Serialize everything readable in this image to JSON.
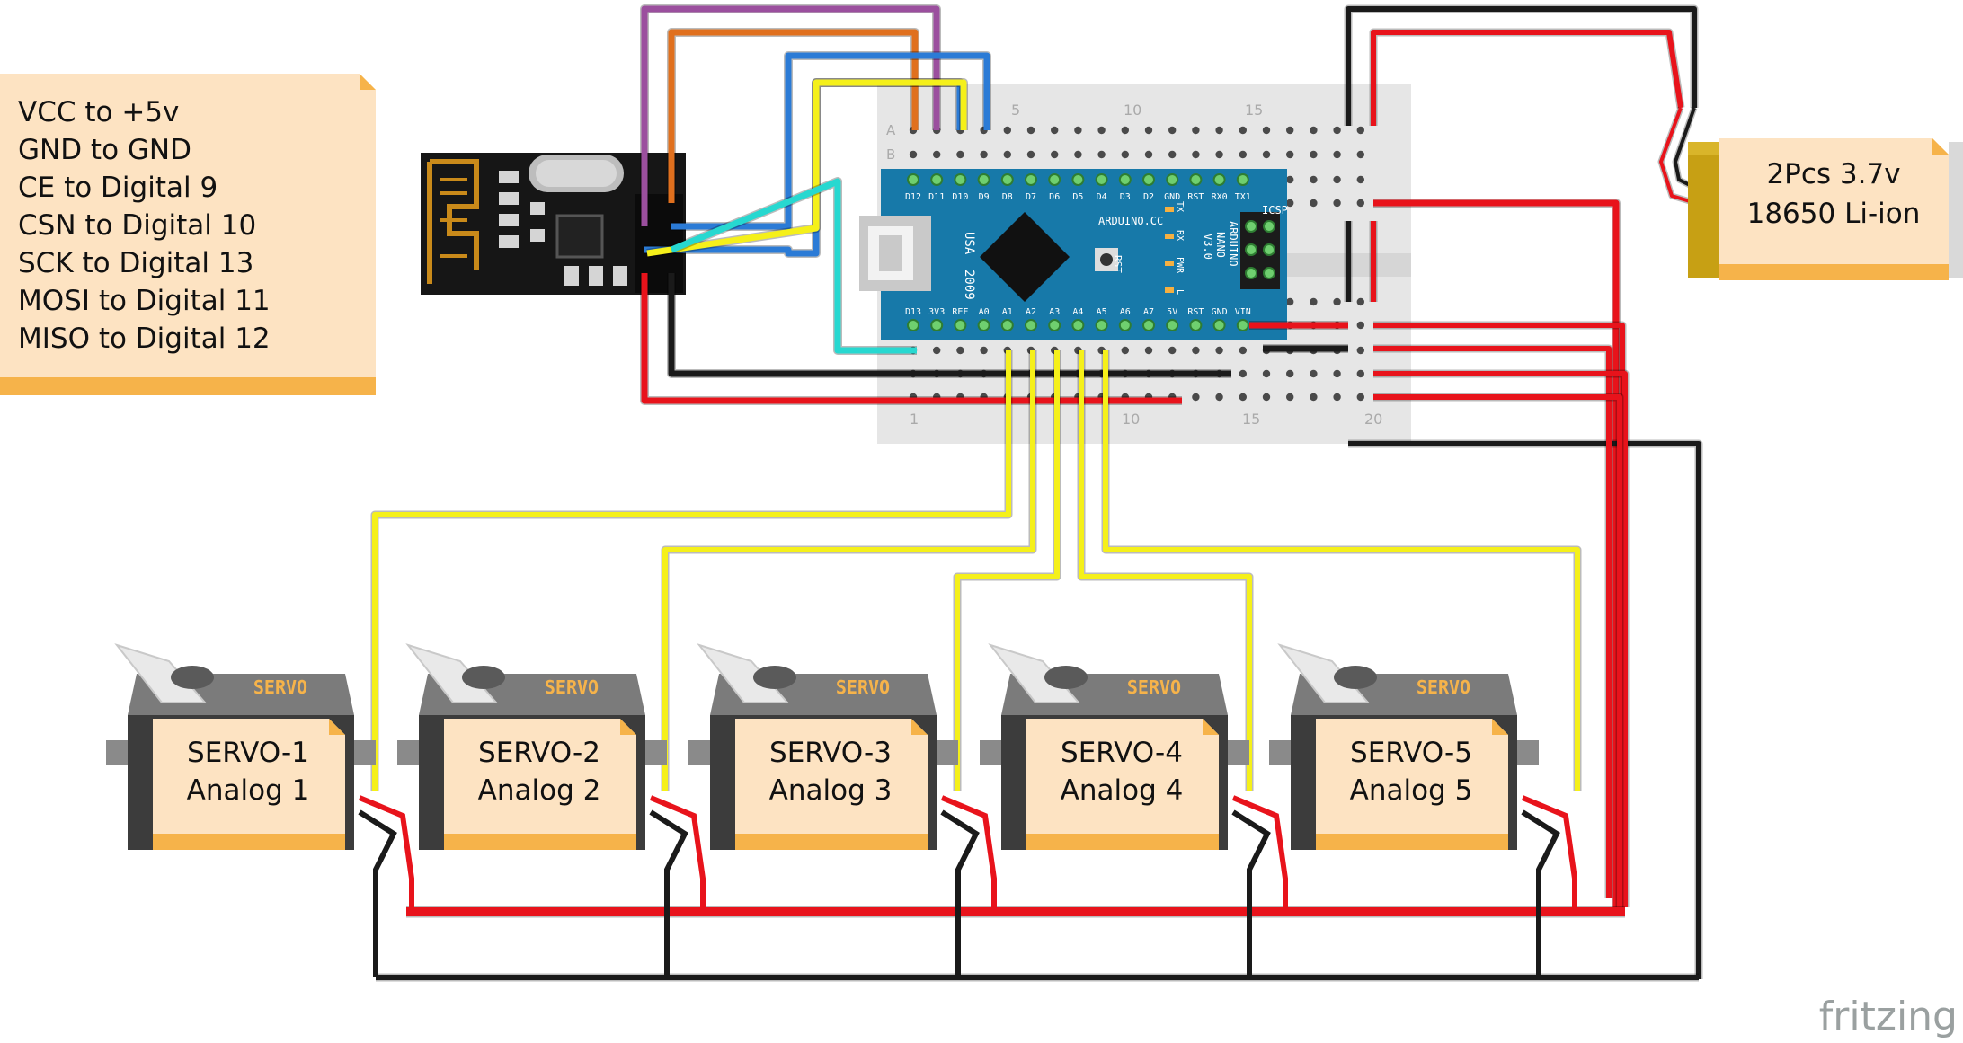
{
  "notes": {
    "wiring": [
      "VCC to +5v",
      "GND to GND",
      "CE to Digital 9",
      "CSN to Digital 10",
      "SCK to Digital 13",
      "MOSI to Digital 11",
      "MISO to Digital 12"
    ]
  },
  "battery": {
    "line1": "2Pcs   3.7v",
    "line2": "18650 Li-ion"
  },
  "breadboard": {
    "row_a": "A",
    "row_b": "B",
    "col_5": "5",
    "col_10": "10",
    "col_15": "15",
    "col_1": "1",
    "col_10b": "10",
    "col_15b": "15",
    "col_20": "20"
  },
  "nano": {
    "top_pins": [
      "D12",
      "D11",
      "D10",
      "D9",
      "D8",
      "D7",
      "D6",
      "D5",
      "D4",
      "D3",
      "D2",
      "GND",
      "RST",
      "RX0",
      "TX1"
    ],
    "bottom_pins": [
      "D13",
      "3V3",
      "REF",
      "A0",
      "A1",
      "A2",
      "A3",
      "A4",
      "A5",
      "A6",
      "A7",
      "5V",
      "RST",
      "GND",
      "VIN"
    ],
    "usa": "USA",
    "year": "2009",
    "brand": "ARDUINO.CC",
    "model1": "ARDUINO",
    "model2": "NANO",
    "model3": "V3.0",
    "icsp": "ICSP",
    "rst": "RST",
    "tx": "TX",
    "rx": "RX",
    "pwr": "PWR",
    "l": "L"
  },
  "servos": [
    {
      "badge": "SERVO",
      "line1": "SERVO-1",
      "line2": "Analog 1"
    },
    {
      "badge": "SERVO",
      "line1": "SERVO-2",
      "line2": "Analog 2"
    },
    {
      "badge": "SERVO",
      "line1": "SERVO-3",
      "line2": "Analog 3"
    },
    {
      "badge": "SERVO",
      "line1": "SERVO-4",
      "line2": "Analog 4"
    },
    {
      "badge": "SERVO",
      "line1": "SERVO-5",
      "line2": "Analog 5"
    }
  ],
  "brand": {
    "fritzing": "fritzing"
  },
  "colors": {
    "wire_red": "#e8131b",
    "wire_black": "#1a1a1a",
    "wire_yellow": "#f5f01a",
    "wire_purple": "#9b4f9e",
    "wire_orange": "#e0701e",
    "wire_blue": "#2b7bd6",
    "wire_cyan": "#27d8d0",
    "note_bg": "#fde3c2",
    "note_fold": "#f6b34a",
    "nano_blue": "#1779a9",
    "breadboard": "#e6e6e6"
  }
}
